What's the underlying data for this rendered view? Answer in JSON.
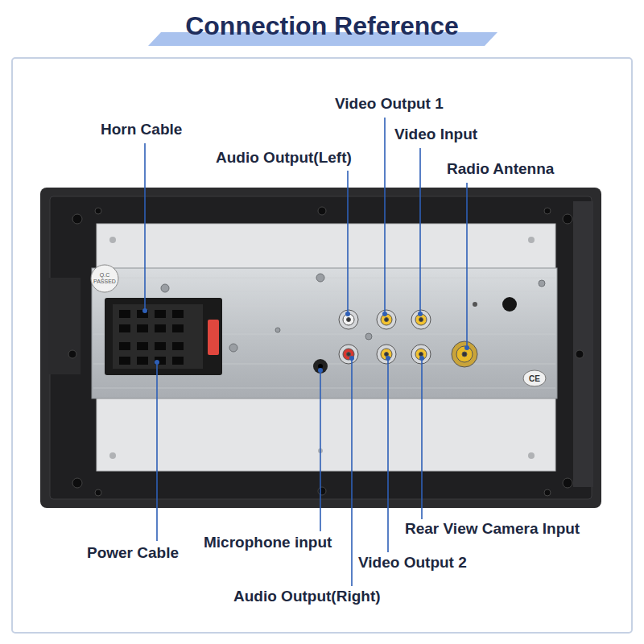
{
  "diagram": {
    "title": "Connection Reference",
    "labels": [
      "Video Output 1",
      "Horn Cable",
      "Video Input",
      "Audio Output(Left)",
      "Radio Antenna",
      "Q.C PASSED",
      "CE",
      "Rear View Camera Input",
      "Microphone input",
      "Power Cable",
      "Video Output 2",
      "Audio Output(Right)"
    ]
  }
}
